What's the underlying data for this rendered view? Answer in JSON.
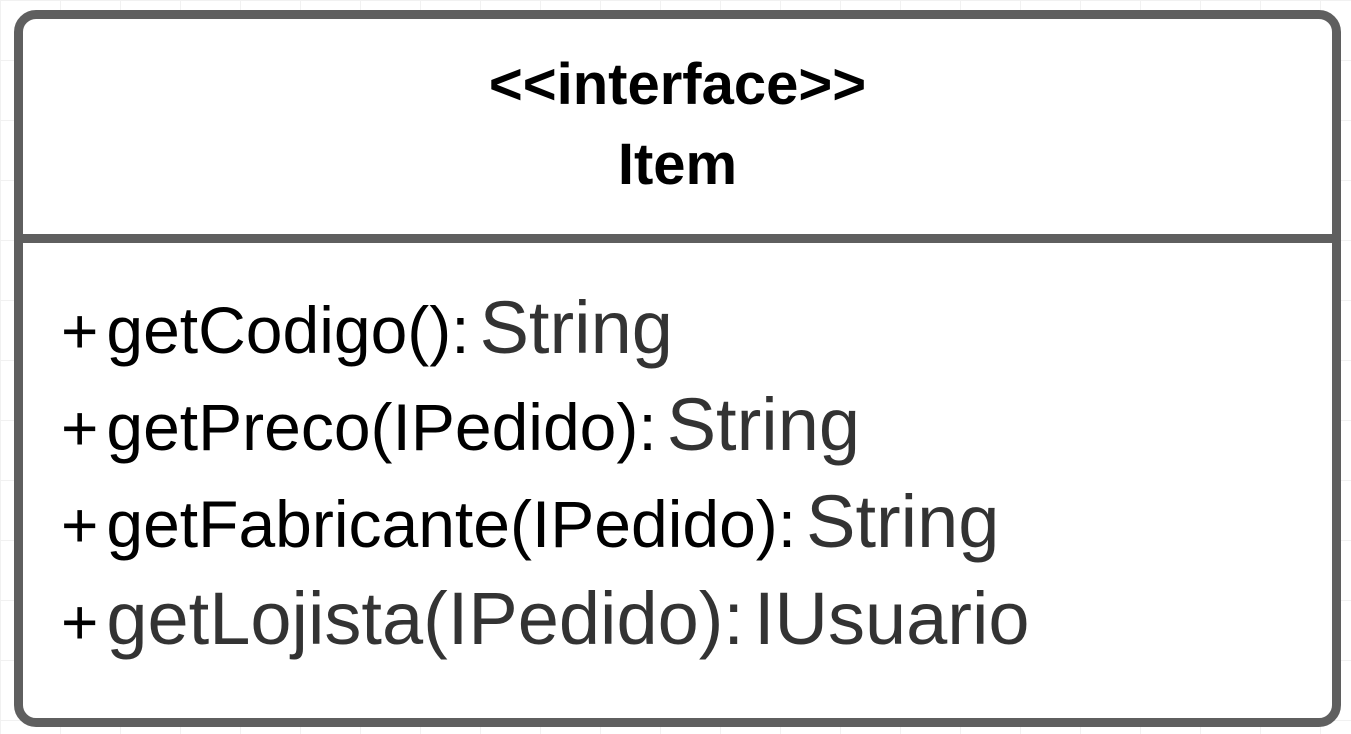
{
  "class": {
    "stereotype": "<<interface>>",
    "name": "Item",
    "operations": [
      {
        "visibility": "+",
        "signature": "getCodigo():",
        "return_type": "String"
      },
      {
        "visibility": "+",
        "signature": "getPreco(IPedido):",
        "return_type": "String"
      },
      {
        "visibility": "+",
        "signature": "getFabricante(IPedido):",
        "return_type": "String"
      },
      {
        "visibility": "+",
        "signature": "getLojista(IPedido):",
        "return_type": "IUsuario"
      }
    ]
  },
  "colors": {
    "border": "#5f5f5f",
    "text": "#000000",
    "type_text": "#333333"
  }
}
